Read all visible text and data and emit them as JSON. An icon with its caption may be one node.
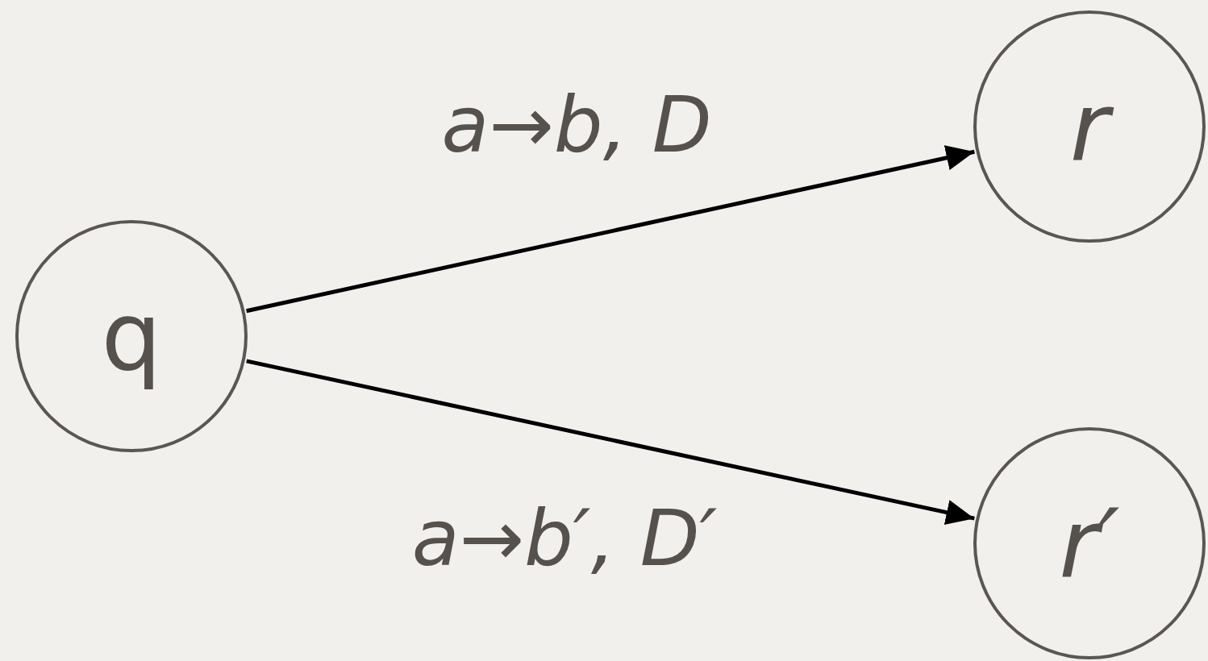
{
  "diagram": {
    "nodes": [
      {
        "text": [
          "q"
        ]
      },
      {
        "text": [
          "r"
        ]
      },
      {
        "text": [
          "r′"
        ]
      }
    ],
    "edges": [
      {
        "from": 0,
        "to": 1,
        "arrow": "to",
        "label": "a→b, D"
      },
      {
        "from": 0,
        "to": 2,
        "arrow": "to",
        "label": "a→b′, D′"
      }
    ]
  }
}
